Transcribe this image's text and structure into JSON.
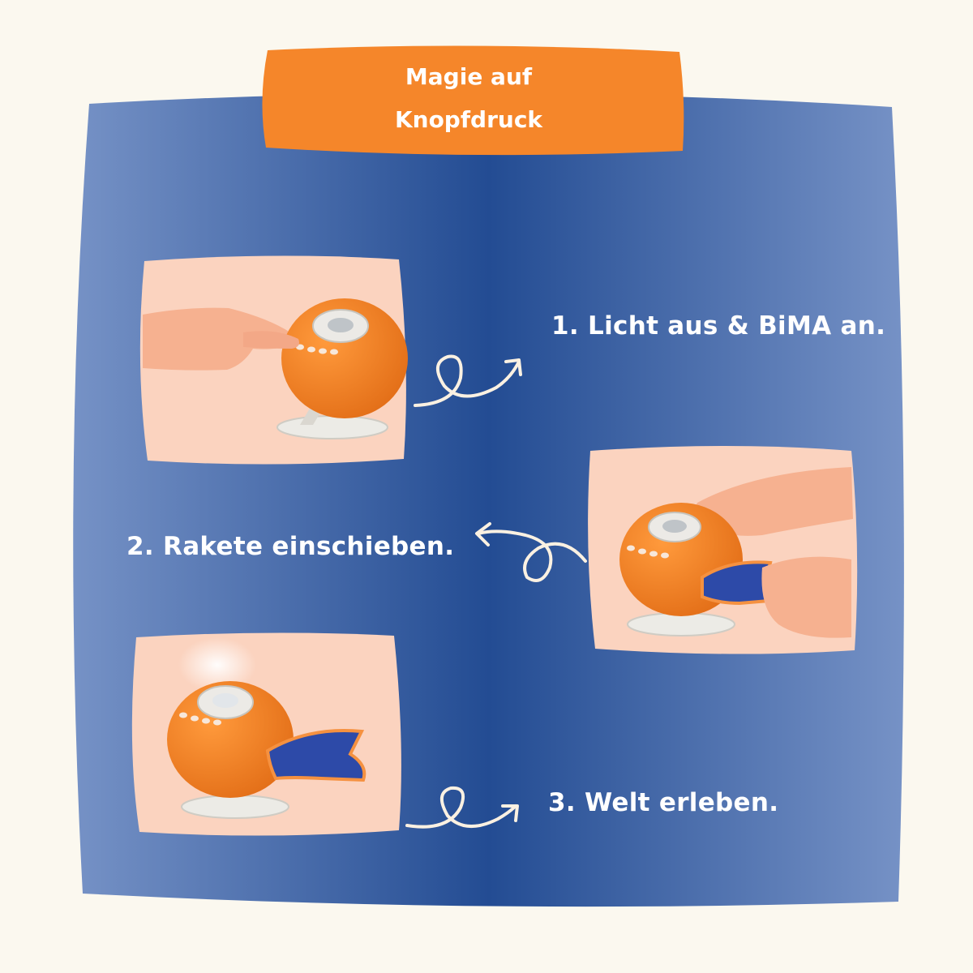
{
  "banner": {
    "title_line1": "Magie auf",
    "title_line2": "Knopfdruck"
  },
  "steps": [
    {
      "label": "1. Licht aus & BiMA an."
    },
    {
      "label": "2. Rakete einschieben."
    },
    {
      "label": "3. Welt erleben."
    }
  ],
  "colors": {
    "background": "#fbf8ef",
    "panel_blue": "#2b4f94",
    "banner_orange": "#f5862a",
    "photo_peach": "#fbd3bf",
    "device_orange": "#f07c22",
    "arrow": "#fbf1e2"
  }
}
